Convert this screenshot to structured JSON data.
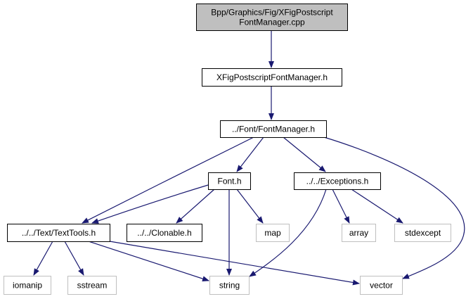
{
  "diagram": {
    "type": "include-dependency-graph",
    "colors": {
      "edge": "#191970",
      "root_fill": "#bfbfbf",
      "root_border": "#000000",
      "project_border": "#000000",
      "external_border": "#bfbfbf",
      "node_fill": "#ffffff"
    },
    "nodes": [
      {
        "id": "root",
        "lines": [
          "Bpp/Graphics/Fig/XFigPostscript",
          "FontManager.cpp"
        ],
        "kind": "root"
      },
      {
        "id": "xfig_h",
        "lines": [
          "XFigPostscriptFontManager.h"
        ],
        "kind": "project"
      },
      {
        "id": "fontmanager_h",
        "lines": [
          "../Font/FontManager.h"
        ],
        "kind": "project"
      },
      {
        "id": "font_h",
        "lines": [
          "Font.h"
        ],
        "kind": "project"
      },
      {
        "id": "exceptions_h",
        "lines": [
          "../../Exceptions.h"
        ],
        "kind": "project"
      },
      {
        "id": "texttools_h",
        "lines": [
          "../../Text/TextTools.h"
        ],
        "kind": "project"
      },
      {
        "id": "clonable_h",
        "lines": [
          "../../Clonable.h"
        ],
        "kind": "project"
      },
      {
        "id": "map",
        "lines": [
          "map"
        ],
        "kind": "external"
      },
      {
        "id": "array",
        "lines": [
          "array"
        ],
        "kind": "external"
      },
      {
        "id": "stdexcept",
        "lines": [
          "stdexcept"
        ],
        "kind": "external"
      },
      {
        "id": "iomanip",
        "lines": [
          "iomanip"
        ],
        "kind": "external"
      },
      {
        "id": "sstream",
        "lines": [
          "sstream"
        ],
        "kind": "external"
      },
      {
        "id": "string",
        "lines": [
          "string"
        ],
        "kind": "external"
      },
      {
        "id": "vector",
        "lines": [
          "vector"
        ],
        "kind": "external"
      }
    ],
    "edges": [
      {
        "from": "root",
        "to": "xfig_h"
      },
      {
        "from": "xfig_h",
        "to": "fontmanager_h"
      },
      {
        "from": "fontmanager_h",
        "to": "font_h"
      },
      {
        "from": "fontmanager_h",
        "to": "exceptions_h"
      },
      {
        "from": "fontmanager_h",
        "to": "texttools_h"
      },
      {
        "from": "fontmanager_h",
        "to": "vector"
      },
      {
        "from": "font_h",
        "to": "texttools_h"
      },
      {
        "from": "font_h",
        "to": "clonable_h"
      },
      {
        "from": "font_h",
        "to": "map"
      },
      {
        "from": "font_h",
        "to": "string"
      },
      {
        "from": "exceptions_h",
        "to": "array"
      },
      {
        "from": "exceptions_h",
        "to": "stdexcept"
      },
      {
        "from": "exceptions_h",
        "to": "string"
      },
      {
        "from": "texttools_h",
        "to": "iomanip"
      },
      {
        "from": "texttools_h",
        "to": "sstream"
      },
      {
        "from": "texttools_h",
        "to": "string"
      },
      {
        "from": "texttools_h",
        "to": "vector"
      }
    ]
  }
}
